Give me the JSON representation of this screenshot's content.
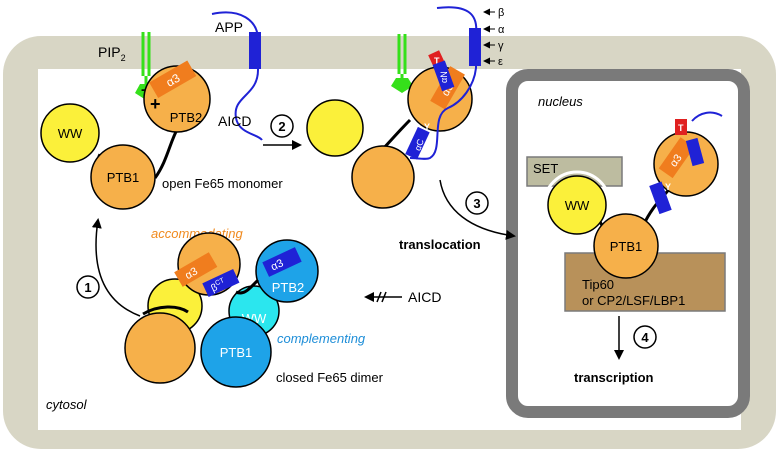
{
  "labels": {
    "pip2": "PIP",
    "pip2_sub": "2",
    "app": "APP",
    "aicd_top": "AICD",
    "ww": "WW",
    "ptb1": "PTB1",
    "ptb2": "PTB2",
    "alpha3": "α3",
    "open_monomer": "open Fe65 monomer",
    "accommodating": "accommodating",
    "complementing": "complementing",
    "closed_dimer": "closed Fe65 dimer",
    "aicd_bottom": "AICD",
    "beta_ct": "β",
    "beta_ct_sup": "CT",
    "cytosol": "cytosol",
    "nucleus": "nucleus",
    "translocation": "translocation",
    "transcription": "transcription",
    "set": "SET",
    "tip60_line1": "Tip60",
    "tip60_line2": "or CP2/LSF/LBP1",
    "alpha_n": "αN",
    "alpha_c": "αC",
    "t": "T",
    "y": "Y",
    "plus": "+",
    "minus": "−",
    "cut_beta": "β",
    "cut_alpha": "α",
    "cut_gamma": "γ",
    "cut_epsilon": "ε"
  },
  "steps": [
    "1",
    "2",
    "3",
    "4"
  ],
  "colors": {
    "cell": "#d8d6c5",
    "nucleus_border": "#7a7a7a",
    "ptb_orange": "#f6b04a",
    "alpha_orange": "#f07d1e",
    "ww_yellow": "#fbf03a",
    "blue_dark": "#1f22d6",
    "blue_ptb2": "#1ea3e8",
    "cyan": "#2be6ee",
    "green": "#35e01a",
    "red": "#e02020",
    "set_box": "#bdbca0",
    "tip60_box": "#b8915a"
  }
}
